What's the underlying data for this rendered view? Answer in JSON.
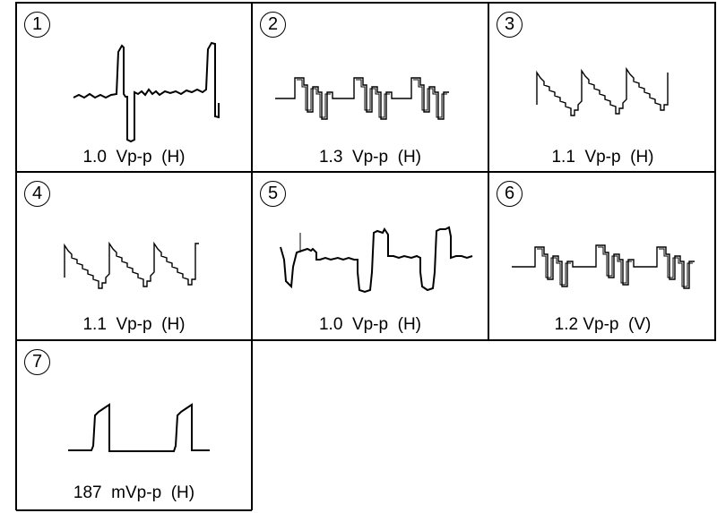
{
  "panels": [
    {
      "number": "1",
      "caption": "1.0  Vp-p  (H)"
    },
    {
      "number": "2",
      "caption": "1.3  Vp-p  (H)"
    },
    {
      "number": "3",
      "caption": "1.1  Vp-p  (H)"
    },
    {
      "number": "4",
      "caption": "1.1  Vp-p  (H)"
    },
    {
      "number": "5",
      "caption": "1.0  Vp-p  (H)"
    },
    {
      "number": "6",
      "caption": "1.2 Vp-p  (V)"
    },
    {
      "number": "7",
      "caption": "187  mVp-p  (H)"
    }
  ]
}
